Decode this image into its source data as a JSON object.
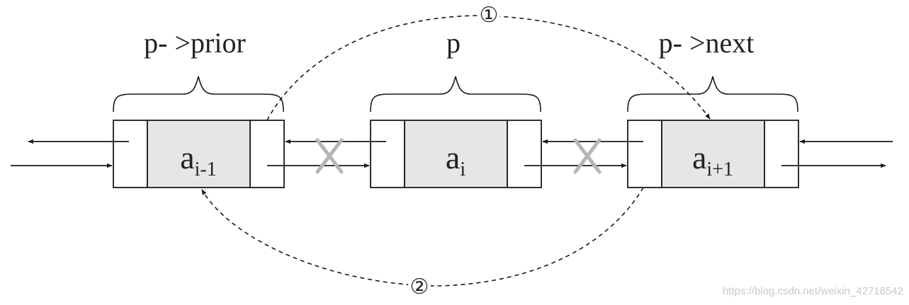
{
  "labels": {
    "prior": "p- >prior",
    "p": "p",
    "next": "p- >next"
  },
  "nodes": [
    {
      "base": "a",
      "sub": "i-1"
    },
    {
      "base": "a",
      "sub": "i"
    },
    {
      "base": "a",
      "sub": "i+1"
    }
  ],
  "steps": [
    "①",
    "②"
  ],
  "watermark": "https://blog.csdn.net/weixin_42718542",
  "colors": {
    "stroke": "#1a1a1a",
    "data_fill": "#e6e6e6",
    "cross": "#b5b5b5"
  }
}
